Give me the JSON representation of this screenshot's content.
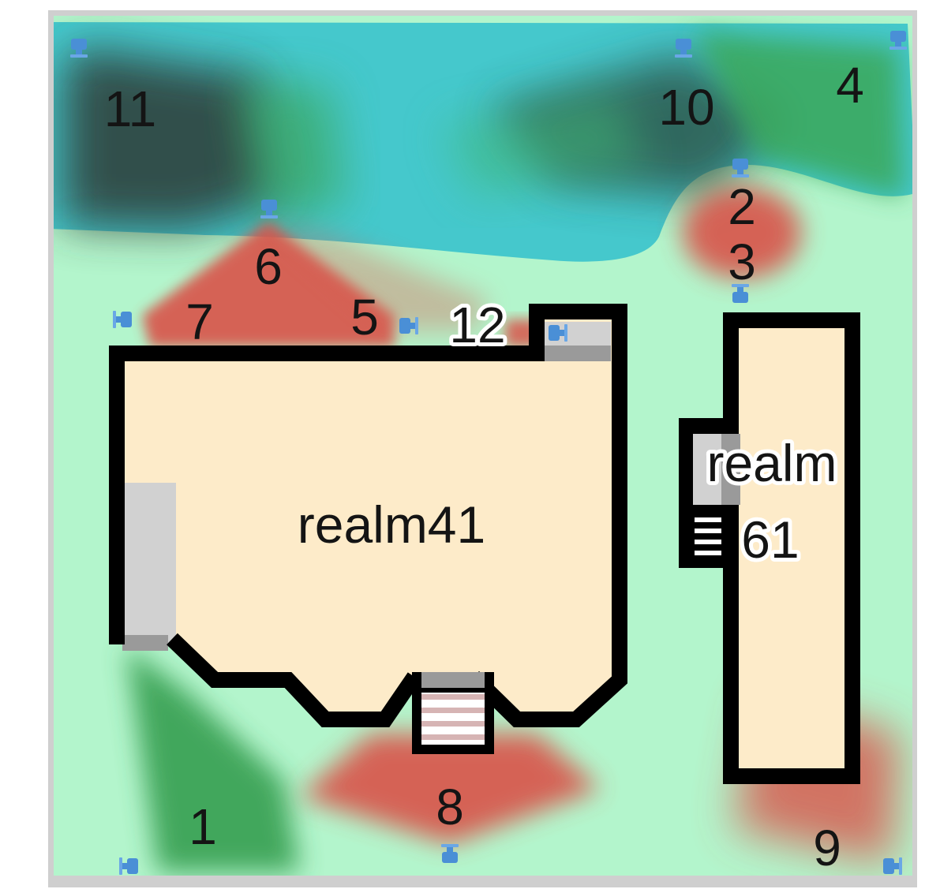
{
  "rooms": {
    "main": "realm41",
    "side_line1": "realm",
    "side_line2": "61"
  },
  "camera_labels": [
    "1",
    "2",
    "3",
    "4",
    "5",
    "6",
    "7",
    "8",
    "9",
    "10",
    "11",
    "12"
  ],
  "colors": {
    "ground": "#b3f5cc",
    "border": "#cfcfcf",
    "wall": "#000000",
    "room_fill": "#fdebc9",
    "corridor": "#d1d1d1",
    "corridor_dark": "#9a9a9a",
    "stairs": "#d6b4b4",
    "coverage_cyan": "#45c8cc",
    "coverage_green": "#2f9a4a",
    "coverage_red": "#d9534a",
    "coverage_dark": "#3a3a3a",
    "camera": "#4a8fd6"
  }
}
